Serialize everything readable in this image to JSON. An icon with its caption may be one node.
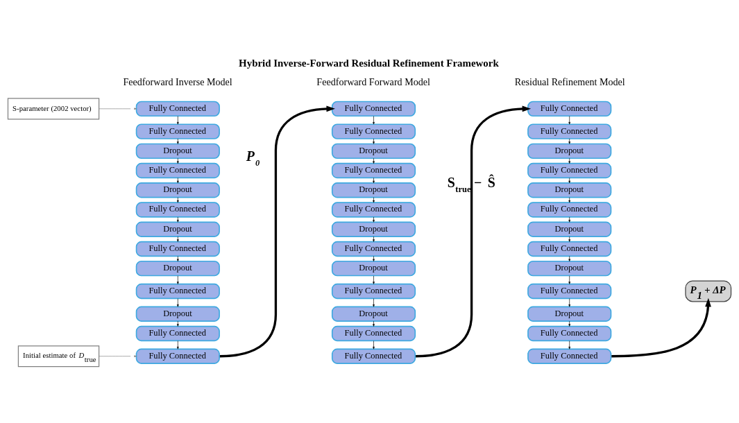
{
  "diagram": {
    "title": "Hybrid Inverse-Forward Residual Refinement Framework",
    "nodes": [
      {
        "text": [
          "S-parameter (2002 vector)"
        ]
      },
      {
        "text": [
          "Initial estimate of *D*$_{true}$"
        ]
      },
      {
        "text": [
          "Fully Connected"
        ]
      },
      {
        "text": [
          "Fully Connected"
        ]
      },
      {
        "text": [
          "Dropout"
        ]
      },
      {
        "text": [
          "Fully Connected"
        ]
      },
      {
        "text": [
          "Dropout"
        ]
      },
      {
        "text": [
          "Fully Connected"
        ]
      },
      {
        "text": [
          "Dropout"
        ]
      },
      {
        "text": [
          "Fully Connected"
        ]
      },
      {
        "text": [
          "Dropout"
        ]
      },
      {
        "text": [
          "Fully Connected"
        ]
      },
      {
        "text": [
          "Dropout"
        ]
      },
      {
        "text": [
          "Fully Connected"
        ]
      },
      {
        "text": [
          "Fully Connected"
        ]
      },
      {
        "text": [
          "Fully Connected"
        ]
      },
      {
        "text": [
          "Fully Connected"
        ]
      },
      {
        "text": [
          "Dropout"
        ]
      },
      {
        "text": [
          "Fully Connected"
        ]
      },
      {
        "text": [
          "Dropout"
        ]
      },
      {
        "text": [
          "Fully Connected"
        ]
      },
      {
        "text": [
          "Dropout"
        ]
      },
      {
        "text": [
          "Fully Connected"
        ]
      },
      {
        "text": [
          "Dropout"
        ]
      },
      {
        "text": [
          "Fully Connected"
        ]
      },
      {
        "text": [
          "Dropout"
        ]
      },
      {
        "text": [
          "Fully Connected"
        ]
      },
      {
        "text": [
          "Fully Connected"
        ]
      },
      {
        "text": [
          "Fully Connected"
        ]
      },
      {
        "text": [
          "Fully Connected"
        ]
      },
      {
        "text": [
          "Dropout"
        ]
      },
      {
        "text": [
          "Fully Connected"
        ]
      },
      {
        "text": [
          "Dropout"
        ]
      },
      {
        "text": [
          "Fully Connected"
        ]
      },
      {
        "text": [
          "Dropout"
        ]
      },
      {
        "text": [
          "Fully Connected"
        ]
      },
      {
        "text": [
          "Dropout"
        ]
      },
      {
        "text": [
          "Fully Connected"
        ]
      },
      {
        "text": [
          "Dropout"
        ]
      },
      {
        "text": [
          "Fully Connected"
        ]
      },
      {
        "text": [
          "Fully Connected"
        ]
      },
      {
        "text": [
          "P$_{1}$ + ΔP"
        ]
      }
    ],
    "edges": [
      {
        "from": 0,
        "to": 2,
        "arrow": "none",
        "color": "#808080"
      },
      {
        "from": 2,
        "to": 3,
        "arrow": "to"
      },
      {
        "from": 3,
        "to": 4,
        "arrow": "to"
      },
      {
        "from": 4,
        "to": 5,
        "arrow": "to"
      },
      {
        "from": 5,
        "to": 6,
        "arrow": "to"
      },
      {
        "from": 6,
        "to": 7,
        "arrow": "to"
      },
      {
        "from": 7,
        "to": 8,
        "arrow": "to"
      },
      {
        "from": 8,
        "to": 9,
        "arrow": "to"
      },
      {
        "from": 9,
        "to": 10,
        "arrow": "to"
      },
      {
        "from": 10,
        "to": 11,
        "arrow": "to"
      },
      {
        "from": 11,
        "to": 12,
        "arrow": "to"
      },
      {
        "from": 12,
        "to": 13,
        "arrow": "to"
      },
      {
        "from": 13,
        "to": 14,
        "arrow": "to"
      },
      {
        "from": 1,
        "to": 14,
        "arrow": "none",
        "color": "#808080"
      },
      {
        "from": 14,
        "to": 15,
        "arrow": "to",
        "label": "P$_{0}$",
        "style": "thick"
      },
      {
        "from": 15,
        "to": 16,
        "arrow": "to"
      },
      {
        "from": 16,
        "to": 17,
        "arrow": "to"
      },
      {
        "from": 17,
        "to": 18,
        "arrow": "to"
      },
      {
        "from": 18,
        "to": 19,
        "arrow": "to"
      },
      {
        "from": 19,
        "to": 20,
        "arrow": "to"
      },
      {
        "from": 20,
        "to": 21,
        "arrow": "to"
      },
      {
        "from": 21,
        "to": 22,
        "arrow": "to"
      },
      {
        "from": 22,
        "to": 23,
        "arrow": "to"
      },
      {
        "from": 23,
        "to": 24,
        "arrow": "to"
      },
      {
        "from": 24,
        "to": 25,
        "arrow": "to"
      },
      {
        "from": 25,
        "to": 26,
        "arrow": "to"
      },
      {
        "from": 26,
        "to": 27,
        "arrow": "to"
      },
      {
        "from": 27,
        "to": 28,
        "arrow": "to",
        "label": "S$_{true}$ − Ŝ",
        "style": "thick"
      },
      {
        "from": 28,
        "to": 29,
        "arrow": "to"
      },
      {
        "from": 29,
        "to": 30,
        "arrow": "to"
      },
      {
        "from": 30,
        "to": 31,
        "arrow": "to"
      },
      {
        "from": 31,
        "to": 32,
        "arrow": "to"
      },
      {
        "from": 32,
        "to": 33,
        "arrow": "to"
      },
      {
        "from": 33,
        "to": 34,
        "arrow": "to"
      },
      {
        "from": 34,
        "to": 35,
        "arrow": "to"
      },
      {
        "from": 35,
        "to": 36,
        "arrow": "to"
      },
      {
        "from": 36,
        "to": 37,
        "arrow": "to"
      },
      {
        "from": 37,
        "to": 38,
        "arrow": "to"
      },
      {
        "from": 38,
        "to": 39,
        "arrow": "to"
      },
      {
        "from": 39,
        "to": 40,
        "arrow": "to"
      },
      {
        "from": 40,
        "to": 41,
        "arrow": "to",
        "style": "thick"
      }
    ],
    "labels": [
      "Feedforward Inverse Model",
      "Feedforward Forward Model",
      "Residual Refinement Model"
    ]
  }
}
